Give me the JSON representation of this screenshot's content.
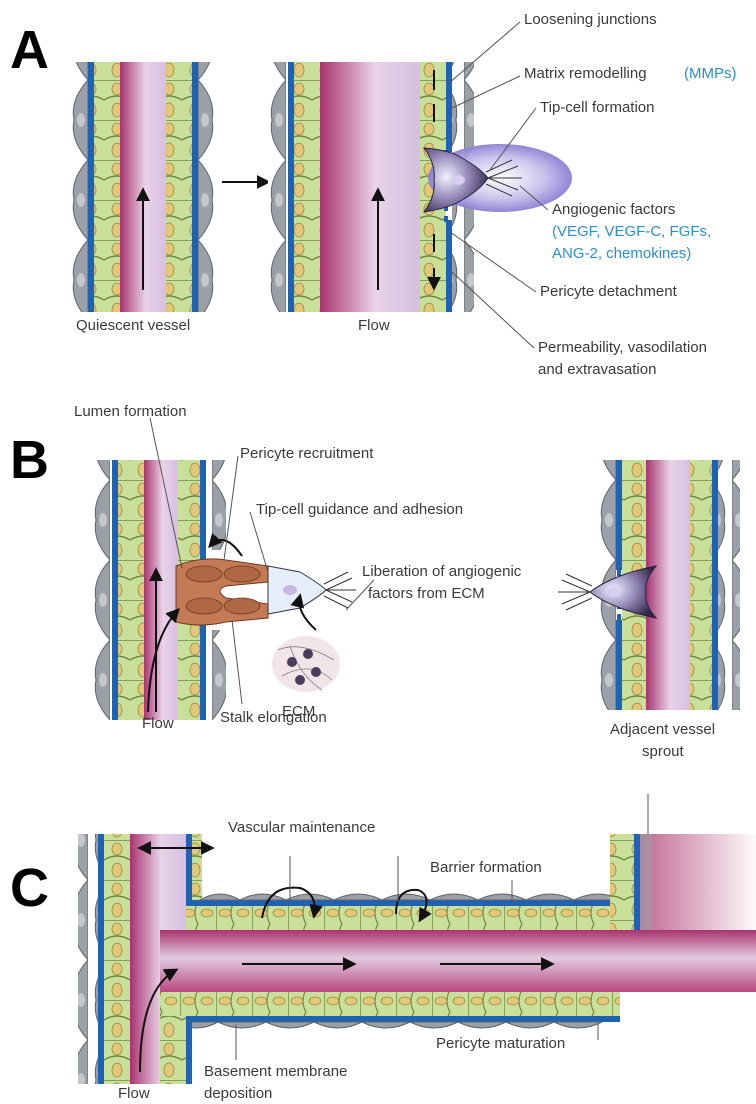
{
  "panels": {
    "a": "A",
    "b": "B",
    "c": "C"
  },
  "panel_a": {
    "quiescent_vessel": "Quiescent vessel",
    "flow": "Flow",
    "loosening_junctions": "Loosening junctions",
    "matrix_remodelling": "Matrix remodelling",
    "mmps": "(MMPs)",
    "tip_cell_formation": "Tip-cell formation",
    "angiogenic_factors": "Angiogenic factors",
    "factors_line1": "(VEGF, VEGF-C, FGFs,",
    "factors_line2": "ANG-2, chemokines)",
    "pericyte_detachment": "Pericyte detachment",
    "permeability_line1": "Permeability, vasodilation",
    "permeability_line2": "and extravasation"
  },
  "panel_b": {
    "lumen_formation": "Lumen formation",
    "pericyte_recruitment": "Pericyte recruitment",
    "tip_cell_guidance": "Tip-cell guidance and adhesion",
    "liberation_line1": "Liberation of angiogenic",
    "liberation_line2": "factors from ECM",
    "ecm": "ECM",
    "flow": "Flow",
    "stalk_elongation": "Stalk elongation",
    "adjacent_line1": "Adjacent vessel",
    "adjacent_line2": "sprout"
  },
  "panel_c": {
    "vascular_maintenance": "Vascular maintenance",
    "barrier_formation": "Barrier formation",
    "flow": "Flow",
    "basement_line1": "Basement membrane",
    "basement_line2": "deposition",
    "pericyte_maturation": "Pericyte maturation"
  },
  "colors": {
    "lumen_edge": "#a8336e",
    "lumen_center": "#ead9ea",
    "basement_membrane": "#1d62b5",
    "endothelial_cell": "#c9e09a",
    "pericyte": "#9aa0a6",
    "tip_cell": "#5a4a7a",
    "blue_text": "#2a8fd0"
  }
}
